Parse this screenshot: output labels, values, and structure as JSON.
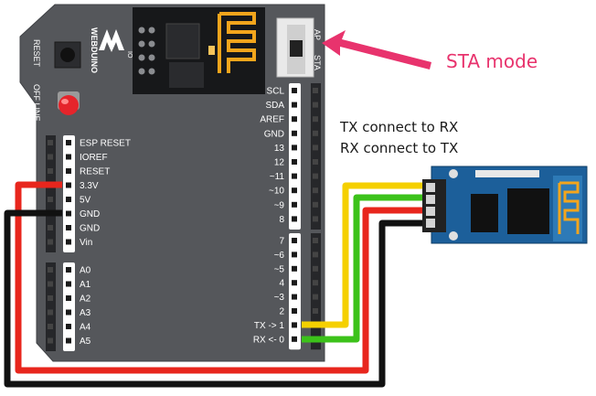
{
  "board": {
    "brand": "WEBDUINO",
    "brand_sup": "IO",
    "reset_label": "RESET",
    "offline_label": "OFF LINE",
    "switch_ap": "AP",
    "switch_sta": "STA"
  },
  "left_pins_top": [
    "ESP RESET",
    "IOREF",
    "RESET",
    "3.3V",
    "5V",
    "GND",
    "GND",
    "Vin"
  ],
  "left_pins_bottom": [
    "A0",
    "A1",
    "A2",
    "A3",
    "A4",
    "A5"
  ],
  "right_pins_top": [
    "SCL",
    "SDA",
    "AREF",
    "GND",
    "13",
    "12",
    "~11",
    "~10",
    "~9",
    "8"
  ],
  "right_pins_bottom": [
    "7",
    "~6",
    "~5",
    "4",
    "~3",
    "2",
    "TX -> 1",
    "RX <- 0"
  ],
  "notes": {
    "line1": "TX connect to RX",
    "line2": "RX connect to TX"
  },
  "callout": {
    "text": "STA mode",
    "color": "#e8336d"
  },
  "wire_colors": {
    "red": "#e8261d",
    "black": "#111111",
    "yellow": "#f5d000",
    "green": "#3cc21a"
  },
  "colors": {
    "board": "#55575b",
    "module": "#1c5f9a"
  }
}
